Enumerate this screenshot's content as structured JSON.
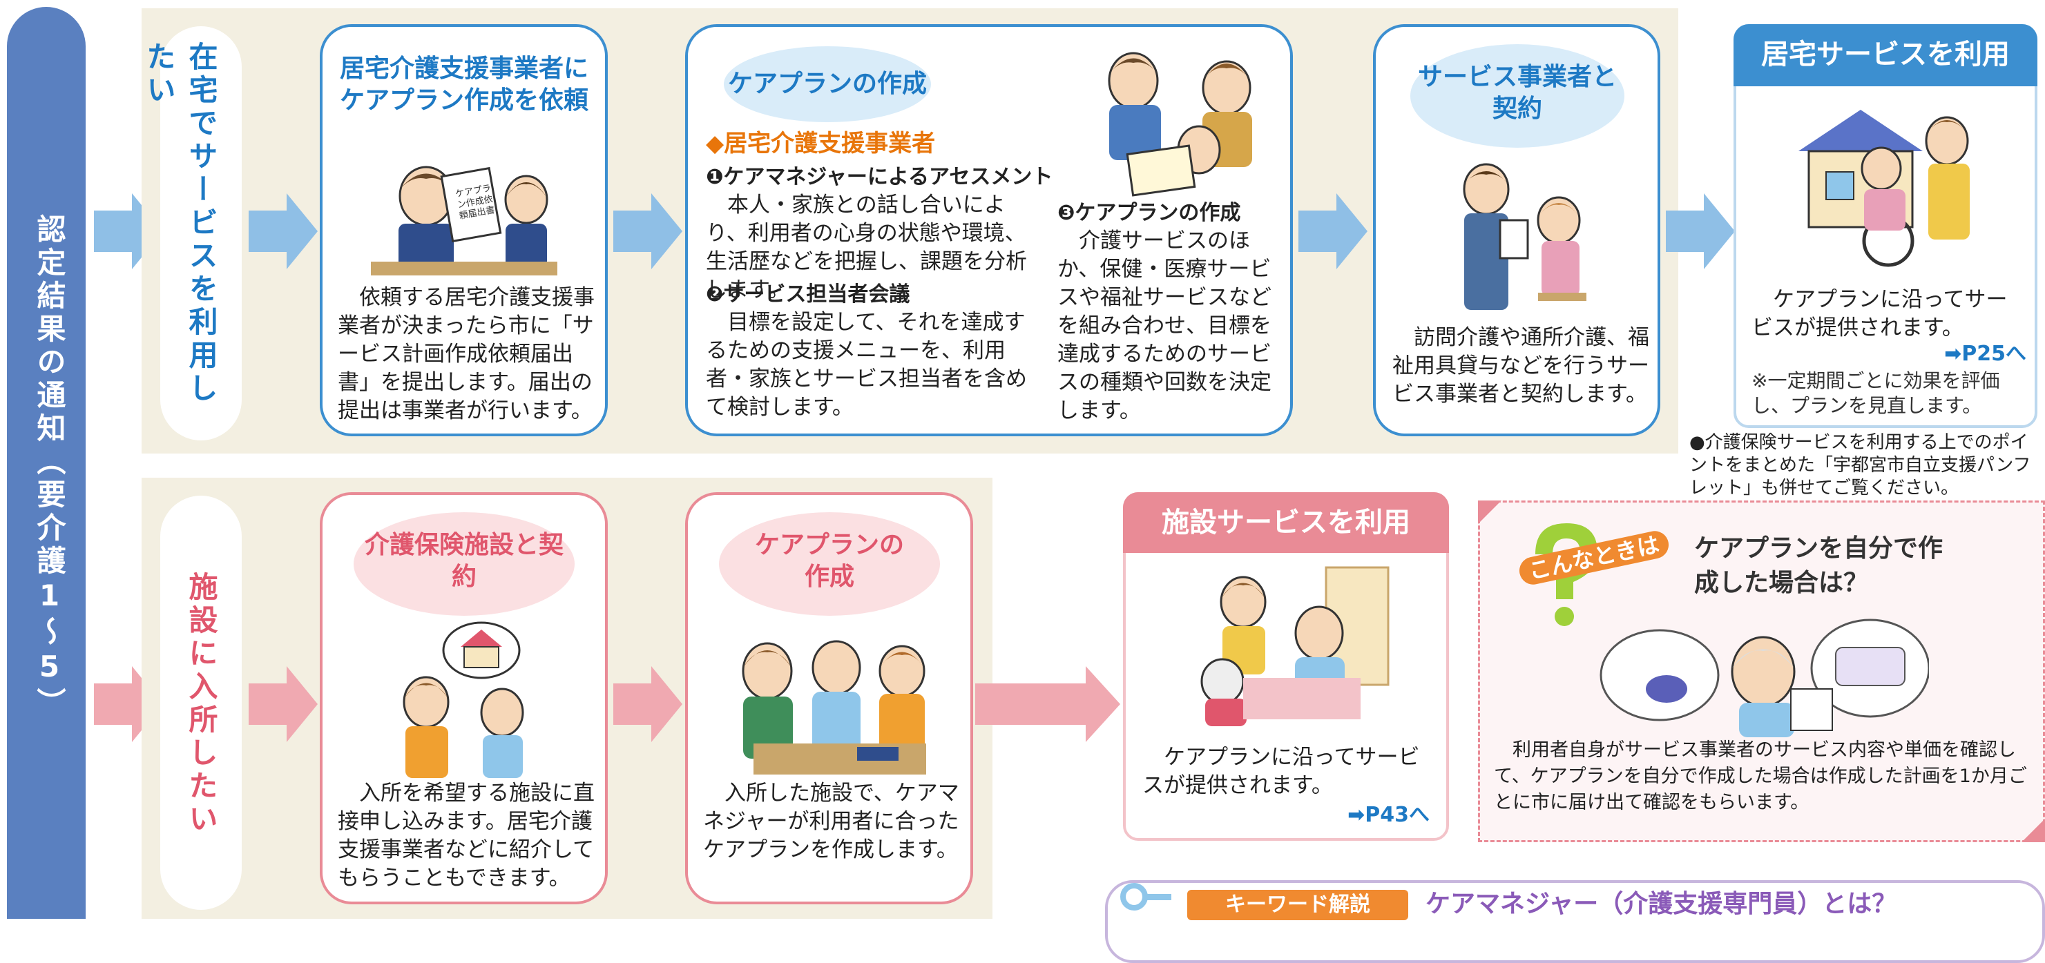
{
  "side_label": "認定結果の通知（要介護1〜5）",
  "home_row": {
    "label": "在宅でサービスを利用したい",
    "step1": {
      "title": "居宅介護支援事業者にケアプラン作成を依頼",
      "doc_text": "ケアプラン作成依頼届出書",
      "body": "依頼する居宅介護支援事業者が決まったら市に「サービス計画作成依頼届出書」を提出します。届出の提出は事業者が行います。"
    },
    "step2": {
      "title": "ケアプランの作成",
      "subheading": "◆居宅介護支援事業者",
      "item1_title": "❶ケアマネジャーによるアセスメント",
      "item1_body": "本人・家族との話し合いにより、利用者の心身の状態や環境、生活歴などを把握し、課題を分析します。",
      "item2_title": "❷サービス担当者会議",
      "item2_body": "目標を設定して、それを達成するための支援メニューを、利用者・家族とサービス担当者を含めて検討します。",
      "item3_title": "❸ケアプランの作成",
      "item3_body": "介護サービスのほか、保健・医療サービスや福祉サービスなどを組み合わせ、目標を達成するためのサービスの種類や回数を決定します。"
    },
    "step3": {
      "title": "サービス事業者と契約",
      "body": "訪問介護や通所介護、福祉用具貸与などを行うサービス事業者と契約します。"
    },
    "step4": {
      "header": "居宅サービスを利用",
      "body": "ケアプランに沿ってサービスが提供されます。",
      "link": "➡P25へ",
      "note": "※一定期間ごとに効果を評価し、プランを見直します。"
    },
    "footnote": "●介護保険サービスを利用する上でのポイントをまとめた「宇都宮市自立支援パンフレット」も併せてご覧ください。"
  },
  "facility_row": {
    "label": "施設に入所したい",
    "step1": {
      "title": "介護保険施設と契約",
      "body": "入所を希望する施設に直接申し込みます。居宅介護支援事業者などに紹介してもらうこともできます。"
    },
    "step2": {
      "title": "ケアプランの作成",
      "body": "入所した施設で、ケアマネジャーが利用者に合ったケアプランを作成します。"
    },
    "step3": {
      "header": "施設サービスを利用",
      "body": "ケアプランに沿ってサービスが提供されます。",
      "link": "➡P43へ"
    }
  },
  "qa_box": {
    "badge": "こんなときは",
    "title": "ケアプランを自分で作成した場合は？",
    "body": "利用者自身がサービス事業者のサービス内容や単価を確認して、ケアプランを自分で作成した場合は作成した計画を1か月ごとに市に届け出て確認をもらいます。"
  },
  "keyword_box": {
    "badge": "キーワード解説",
    "title": "ケアマネジャー（介護支援専門員）とは？"
  },
  "colors": {
    "blue": "#3c8fd0",
    "pink": "#e98b96",
    "beige": "#f3efe1",
    "sidebar": "#5a80c0"
  }
}
